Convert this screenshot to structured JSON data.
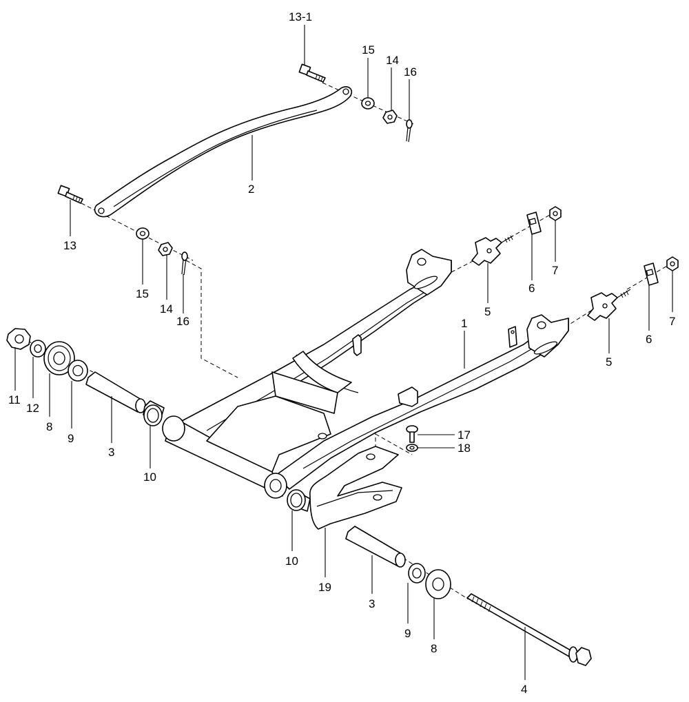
{
  "callouts": {
    "c13_1": "13-1",
    "c15_top": "15",
    "c14_top": "14",
    "c16_top": "16",
    "c2": "2",
    "c13": "13",
    "c15_mid": "15",
    "c14_mid": "14",
    "c16_mid": "16",
    "c6_a": "6",
    "c7_a": "7",
    "c5_a": "5",
    "c1": "1",
    "c6_b": "6",
    "c7_b": "7",
    "c5_b": "5",
    "c11": "11",
    "c12": "12",
    "c8_left": "8",
    "c9_left": "9",
    "c3_left": "3",
    "c10_left": "10",
    "c17": "17",
    "c18": "18",
    "c10_bottom": "10",
    "c19": "19",
    "c3_bottom": "3",
    "c9_bottom": "9",
    "c8_bottom": "8",
    "c4": "4"
  }
}
